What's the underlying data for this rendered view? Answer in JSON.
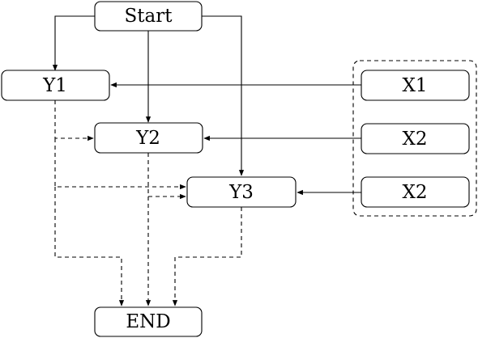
{
  "diagram": {
    "nodes": {
      "start": "Start",
      "y1": "Y1",
      "y2": "Y2",
      "y3": "Y3",
      "x1": "X1",
      "x2a": "X2",
      "x2b": "X2",
      "end": "END"
    },
    "edges": [
      {
        "from": "start",
        "to": "y1",
        "style": "solid"
      },
      {
        "from": "start",
        "to": "y2",
        "style": "solid"
      },
      {
        "from": "start",
        "to": "y3",
        "style": "solid"
      },
      {
        "from": "x1",
        "to": "y1",
        "style": "solid"
      },
      {
        "from": "x2a",
        "to": "y2",
        "style": "solid"
      },
      {
        "from": "x2b",
        "to": "y3",
        "style": "solid"
      },
      {
        "from": "y1",
        "to": "y2",
        "style": "dashed"
      },
      {
        "from": "y1",
        "to": "y3",
        "style": "dashed"
      },
      {
        "from": "y1",
        "to": "end",
        "style": "dashed"
      },
      {
        "from": "y2",
        "to": "y3",
        "style": "dashed"
      },
      {
        "from": "y2",
        "to": "end",
        "style": "dashed"
      },
      {
        "from": "y3",
        "to": "end",
        "style": "dashed"
      }
    ],
    "groups": [
      {
        "members": [
          "x1",
          "x2a",
          "x2b"
        ],
        "style": "dashed"
      }
    ]
  }
}
